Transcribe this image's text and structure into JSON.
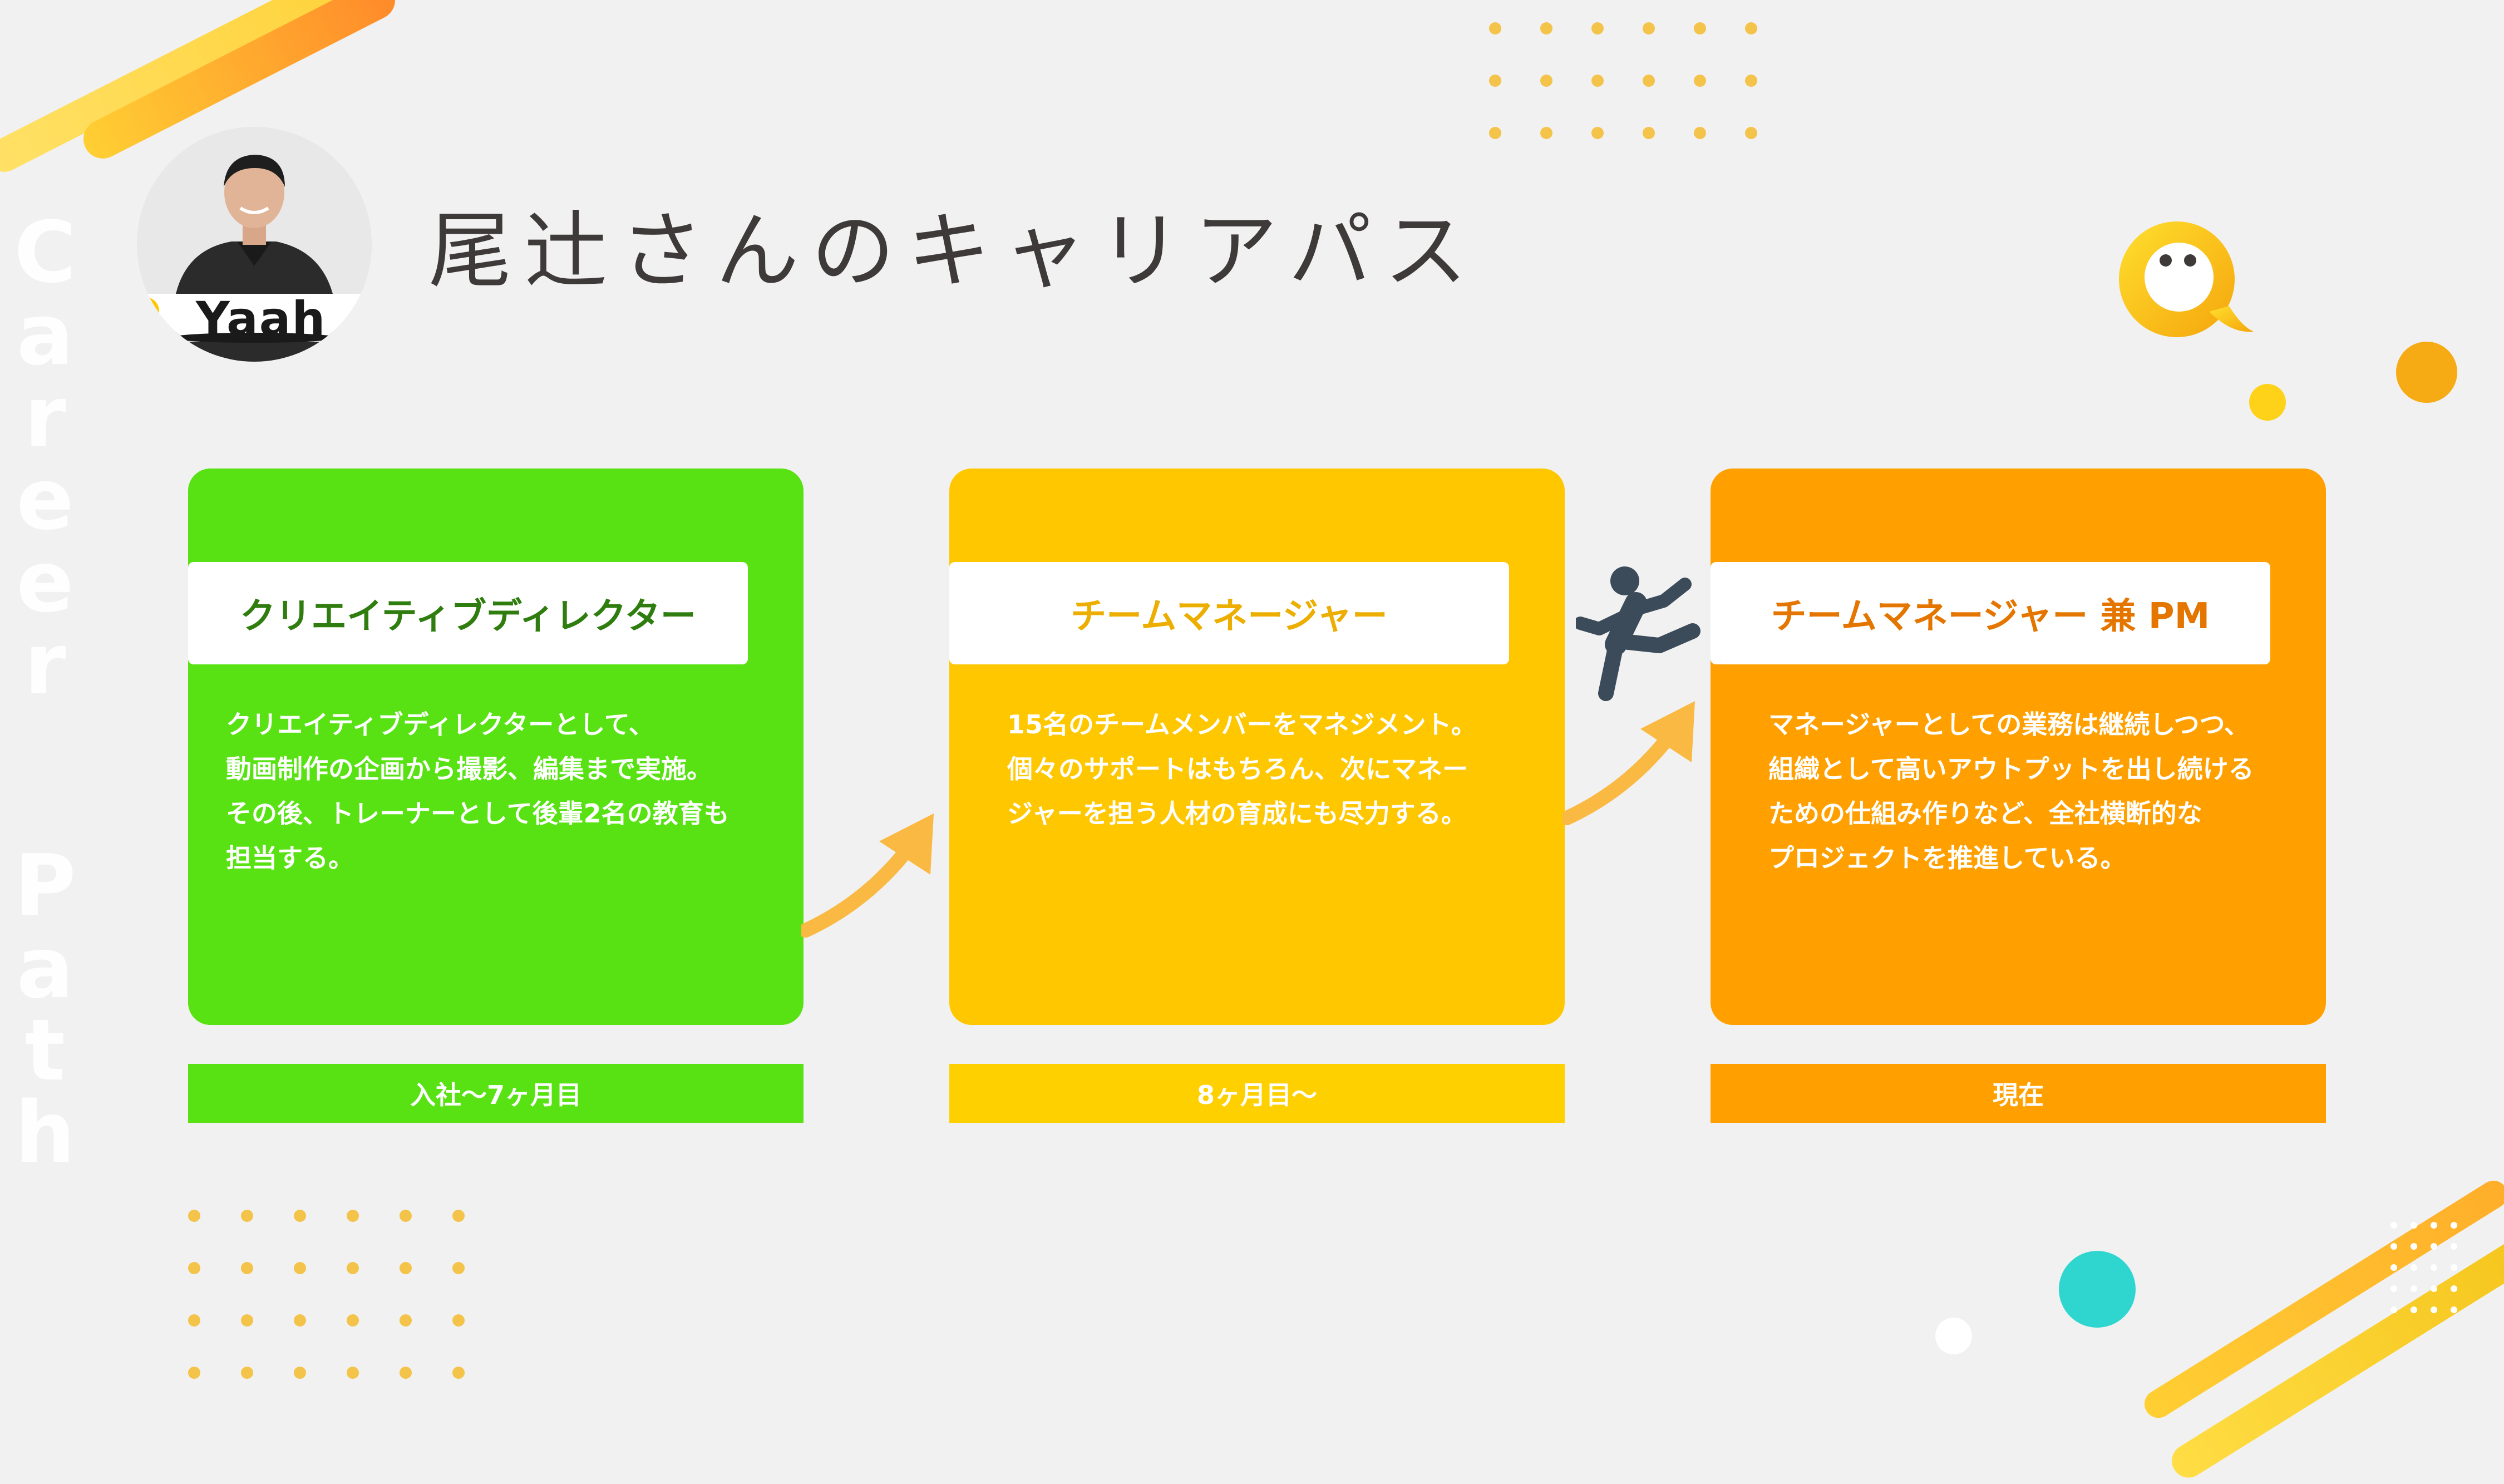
{
  "page": {
    "title": "尾辻さんのキャリアパス",
    "side_text": [
      "C",
      "a",
      "r",
      "e",
      "e",
      "r",
      "",
      "P",
      "a",
      "t",
      "h"
    ],
    "avatar_logo_text": "Yaah"
  },
  "colors": {
    "background": "#f1f1f1",
    "green": "#58e214",
    "yellow": "#ffc700",
    "orange": "#ffa000",
    "green_text": "#2f7d0e",
    "yellow_text": "#ecae00",
    "orange_text": "#e47600",
    "arrow": "#f9b943",
    "teal_accent": "#2fd6cf"
  },
  "steps": [
    {
      "role": "クリエイティブディレクター",
      "body": [
        "クリエイティブディレクターとして、",
        "動画制作の企画から撮影、編集まで実施。",
        "その後、トレーナーとして後輩2名の教育も",
        "担当する。"
      ],
      "period": "入社〜7ヶ月目"
    },
    {
      "role": "チームマネージャー",
      "body": [
        "15名のチームメンバーをマネジメント。",
        "個々のサポートはもちろん、次にマネー",
        "ジャーを担う人材の育成にも尽力する。"
      ],
      "period": "8ヶ月目〜"
    },
    {
      "role": "チームマネージャー 兼 PM",
      "body": [
        "マネージャーとしての業務は継続しつつ、",
        "組織として高いアウトプットを出し続ける",
        "ための仕組み作りなど、全社横断的な",
        "プロジェクトを推進している。"
      ],
      "period": "現在"
    }
  ],
  "icons": {
    "person_running": "running-person-icon",
    "mascot": "yaah-mascot-icon",
    "arrow": "curved-arrow-icon"
  }
}
